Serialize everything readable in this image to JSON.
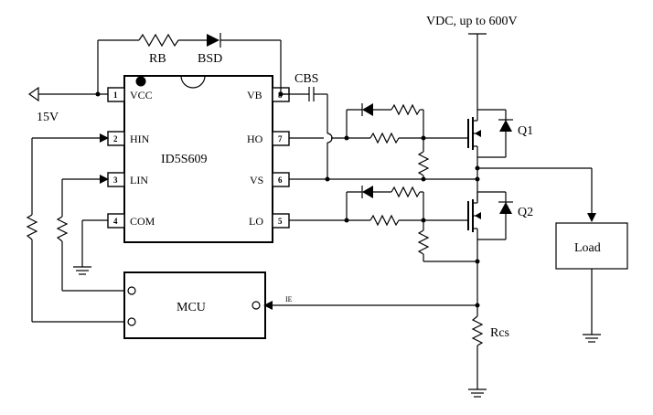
{
  "labels": {
    "vdc": "VDC, up to 600V",
    "v15": "15V",
    "rb": "RB",
    "bsd": "BSD",
    "cbs": "CBS",
    "chip": "ID5S609",
    "q1": "Q1",
    "q2": "Q2",
    "load": "Load",
    "mcu": "MCU",
    "ie": "IE",
    "rcs": "Rcs"
  },
  "pins": [
    {
      "num": "1",
      "name": "VCC"
    },
    {
      "num": "2",
      "name": "HIN"
    },
    {
      "num": "3",
      "name": "LIN"
    },
    {
      "num": "4",
      "name": "COM"
    },
    {
      "num": "8",
      "name": "VB"
    },
    {
      "num": "7",
      "name": "HO"
    },
    {
      "num": "6",
      "name": "VS"
    },
    {
      "num": "5",
      "name": "LO"
    }
  ]
}
